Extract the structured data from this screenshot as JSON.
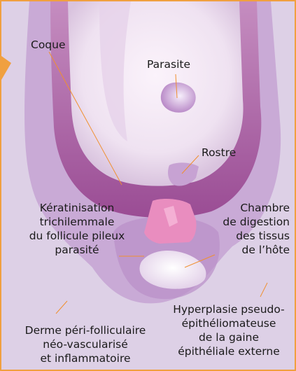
{
  "labels": {
    "coque": "Coque",
    "parasite": "Parasite",
    "rostre": "Rostre",
    "keratinisation": [
      "Kératinisation",
      "trichilemmale",
      "du follicule pileux",
      "parasité"
    ],
    "chambre": [
      "Chambre",
      "de digestion",
      "des tissus",
      "de l’hôte"
    ],
    "derme": [
      "Derme péri-folliculaire",
      "néo-vascularisé",
      "et inflammatoire"
    ],
    "hyperplasie": [
      "Hyperplasie pseudo-",
      "épithéliomateuse",
      "de la gaine",
      "épithéliale externe"
    ]
  },
  "colors": {
    "frame_border": "#f0a040",
    "background": "#ddd0e6",
    "shell": "#a5569c",
    "lumen": "#eddff0",
    "keratin": "#e98dbf",
    "leader_line": "#f09030"
  }
}
